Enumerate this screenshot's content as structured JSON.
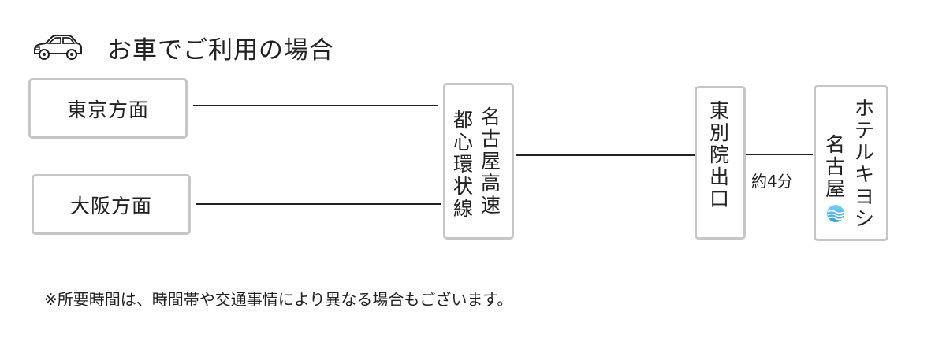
{
  "heading": {
    "icon": "car-icon",
    "title": "お車でご利用の場合"
  },
  "origins": [
    {
      "label": "東京方面"
    },
    {
      "label": "大阪方面"
    }
  ],
  "expressway": {
    "lines": [
      [
        "名",
        "古",
        "屋",
        "高",
        "速"
      ],
      [
        "都",
        "心",
        "環",
        "状",
        "線"
      ]
    ]
  },
  "exit": {
    "chars": [
      "東",
      "別",
      "院",
      "出",
      "口"
    ]
  },
  "travel_time": "約4分",
  "hotel": {
    "lines": [
      [
        "ホ",
        "テ",
        "ル",
        "キ",
        "ヨ",
        "シ"
      ],
      [
        "名",
        "古",
        "屋"
      ]
    ],
    "logo_icon": "hotel-logo-icon",
    "logo_colors": [
      "#2f9fd8",
      "#1a7fc0",
      "#7fd0f0"
    ]
  },
  "footnote": "※所要時間は、時間帯や交通事情により異なる場合もございます。"
}
